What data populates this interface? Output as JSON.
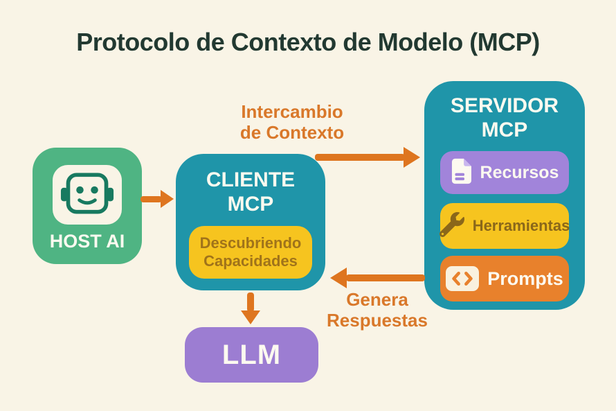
{
  "title": "Protocolo de Contexto de Modelo (MCP)",
  "host": {
    "label": "HOST AI",
    "icon": "robot-face-icon"
  },
  "client": {
    "title": "CLIENTE\nMCP",
    "badge": "Descubriendo\nCapacidades"
  },
  "server": {
    "title": "SERVIDOR\nMCP",
    "items": [
      {
        "label": "Recursos",
        "icon": "document-icon",
        "color": "#A184DA"
      },
      {
        "label": "Herramientas",
        "icon": "wrench-icon",
        "color": "#F6C41F"
      },
      {
        "label": "Prompts",
        "icon": "code-brackets-icon",
        "color": "#E8812C"
      }
    ]
  },
  "llm": {
    "label": "LLM"
  },
  "flows": {
    "host_to_client": {
      "direction": "right"
    },
    "client_to_server": {
      "label": "Intercambio\nde Contexto",
      "direction": "right"
    },
    "server_to_client": {
      "label": "Genera\nRespuestas",
      "direction": "left"
    },
    "client_to_llm": {
      "direction": "down"
    }
  },
  "colors": {
    "background": "#F9F4E6",
    "title_text": "#223931",
    "host_green": "#4FB483",
    "box_teal": "#1F95A9",
    "yellow": "#F6C41F",
    "badge_text_brown": "#A0731A",
    "wrench_brown": "#8A671A",
    "pill_purple": "#A184DA",
    "llm_purple": "#9C7DD2",
    "pill_orange": "#E8812C",
    "arrow_orange": "#DE751F",
    "flow_label_orange": "#D9782A",
    "robot_teal": "#187A60",
    "cream": "#F9F4E6"
  }
}
